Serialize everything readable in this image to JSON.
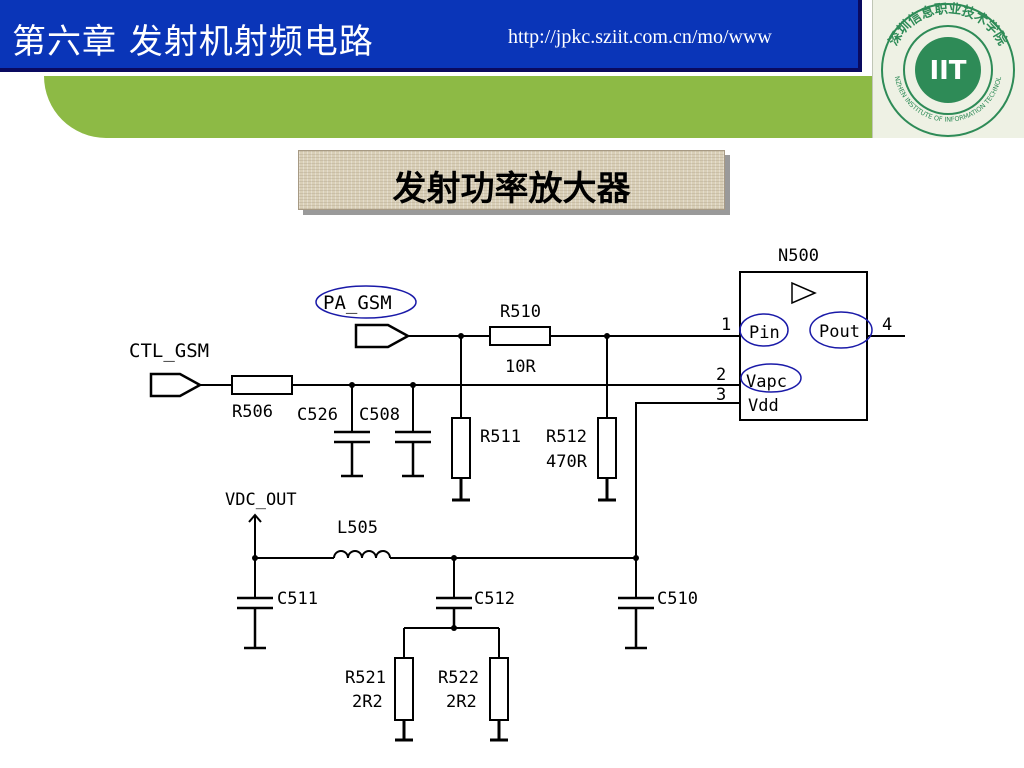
{
  "header": {
    "title": "第六章  发射机射频电路",
    "url": "http://jpkc.sziit.com.cn/mo/www"
  },
  "logo": {
    "monogram": "IIT",
    "text_cn": "深圳信息职业技术学院",
    "text_en": "SHENZHEN INSTITUTE OF INFORMATION TECHNOLOGY"
  },
  "banner": {
    "text": "发射功率放大器"
  },
  "schematic": {
    "chip": {
      "name": "N500",
      "pins": [
        {
          "number": "1",
          "name": "Pin"
        },
        {
          "number": "2",
          "name": "Vapc"
        },
        {
          "number": "3",
          "name": "Vdd"
        },
        {
          "number": "4",
          "name": "Pout"
        }
      ]
    },
    "ports": {
      "pa_gsm": "PA_GSM",
      "ctl_gsm": "CTL_GSM",
      "vdc_out": "VDC_OUT"
    },
    "components": {
      "r510": {
        "ref": "R510",
        "value": "10R"
      },
      "r506": {
        "ref": "R506"
      },
      "c526": {
        "ref": "C526"
      },
      "c508": {
        "ref": "C508"
      },
      "r511": {
        "ref": "R511"
      },
      "r512": {
        "ref": "R512",
        "value": "470R"
      },
      "l505": {
        "ref": "L505"
      },
      "c511": {
        "ref": "C511"
      },
      "c512": {
        "ref": "C512"
      },
      "c510": {
        "ref": "C510"
      },
      "r521": {
        "ref": "R521",
        "value": "2R2"
      },
      "r522": {
        "ref": "R522",
        "value": "2R2"
      }
    },
    "colors": {
      "highlight": "#1a1aa8",
      "wire": "#000000"
    }
  }
}
